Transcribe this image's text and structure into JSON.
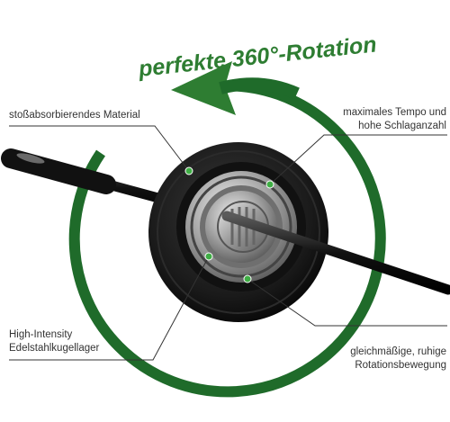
{
  "title": "perfekte 360°-Rotation",
  "labels": {
    "top_left": "stoßabsorbierendes Material",
    "top_right": [
      "maximales Tempo und",
      "hohe Schlaganzahl"
    ],
    "bottom_left": [
      "High-Intensity",
      "Edelstahlkugellager"
    ],
    "bottom_right": [
      "gleichmäßige, ruhige",
      "Rotationsbewegung"
    ]
  },
  "colors": {
    "accent": "#2e7d32",
    "ring": "#1f6b2a",
    "callout_line": "#333333",
    "marker": "#3fae45"
  }
}
